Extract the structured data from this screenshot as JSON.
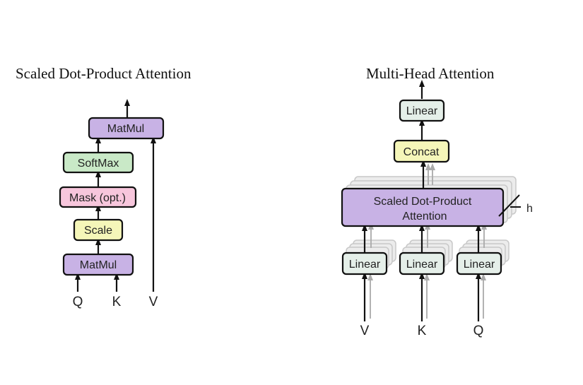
{
  "left_panel": {
    "title": "Scaled Dot-Product Attention",
    "blocks": {
      "matmul_top": "MatMul",
      "softmax": "SoftMax",
      "mask": "Mask (opt.)",
      "scale": "Scale",
      "matmul_bottom": "MatMul"
    },
    "inputs": {
      "q": "Q",
      "k": "K",
      "v": "V"
    }
  },
  "right_panel": {
    "title": "Multi-Head Attention",
    "blocks": {
      "linear_out": "Linear",
      "concat": "Concat",
      "attention_line1": "Scaled Dot-Product",
      "attention_line2": "Attention",
      "linear_v": "Linear",
      "linear_k": "Linear",
      "linear_q": "Linear"
    },
    "heads_label": "h",
    "inputs": {
      "v": "V",
      "k": "K",
      "q": "Q"
    }
  },
  "colors": {
    "matmul": "#c8b2e5",
    "softmax": "#c9e9c7",
    "mask": "#f7c6dc",
    "scale": "#f5f6b9",
    "linear": "#e5efe9",
    "concat": "#f5f6b9",
    "attention": "#c8b2e5",
    "border": "#111111",
    "shadow": "#c8c8c8"
  }
}
